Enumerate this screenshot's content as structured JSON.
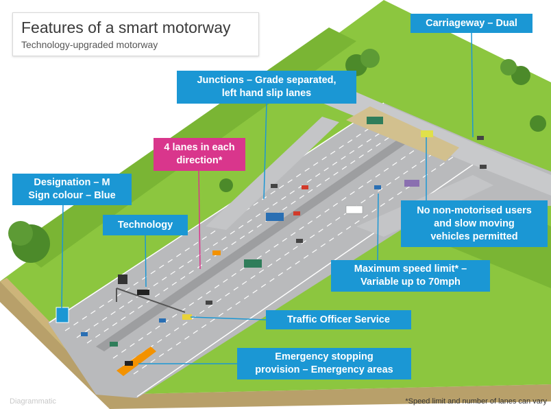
{
  "title": "Features of a smart motorway",
  "subtitle": "Technology-upgraded motorway",
  "callouts": {
    "carriageway": "Carriageway – Dual",
    "junctions": "Junctions – Grade separated,\nleft hand slip lanes",
    "lanes": "4 lanes in each\ndirection*",
    "designation": "Designation – M\nSign colour – Blue",
    "technology": "Technology",
    "non_motorised": "No non-motorised users\nand slow moving\nvehicles permitted",
    "speed": "Maximum speed limit* –\nVariable up to 70mph",
    "traffic_officer": "Traffic Officer Service",
    "emergency": "Emergency stopping\nprovision – Emergency areas"
  },
  "footnote": "*Speed limit and number of lanes can vary",
  "watermark": "Diagrammatic",
  "colors": {
    "callout_blue": "#1b97d4",
    "callout_pink": "#d9368c",
    "road": "#b9babc",
    "verge": "#8cc63f",
    "earth": "#d8c89a"
  }
}
